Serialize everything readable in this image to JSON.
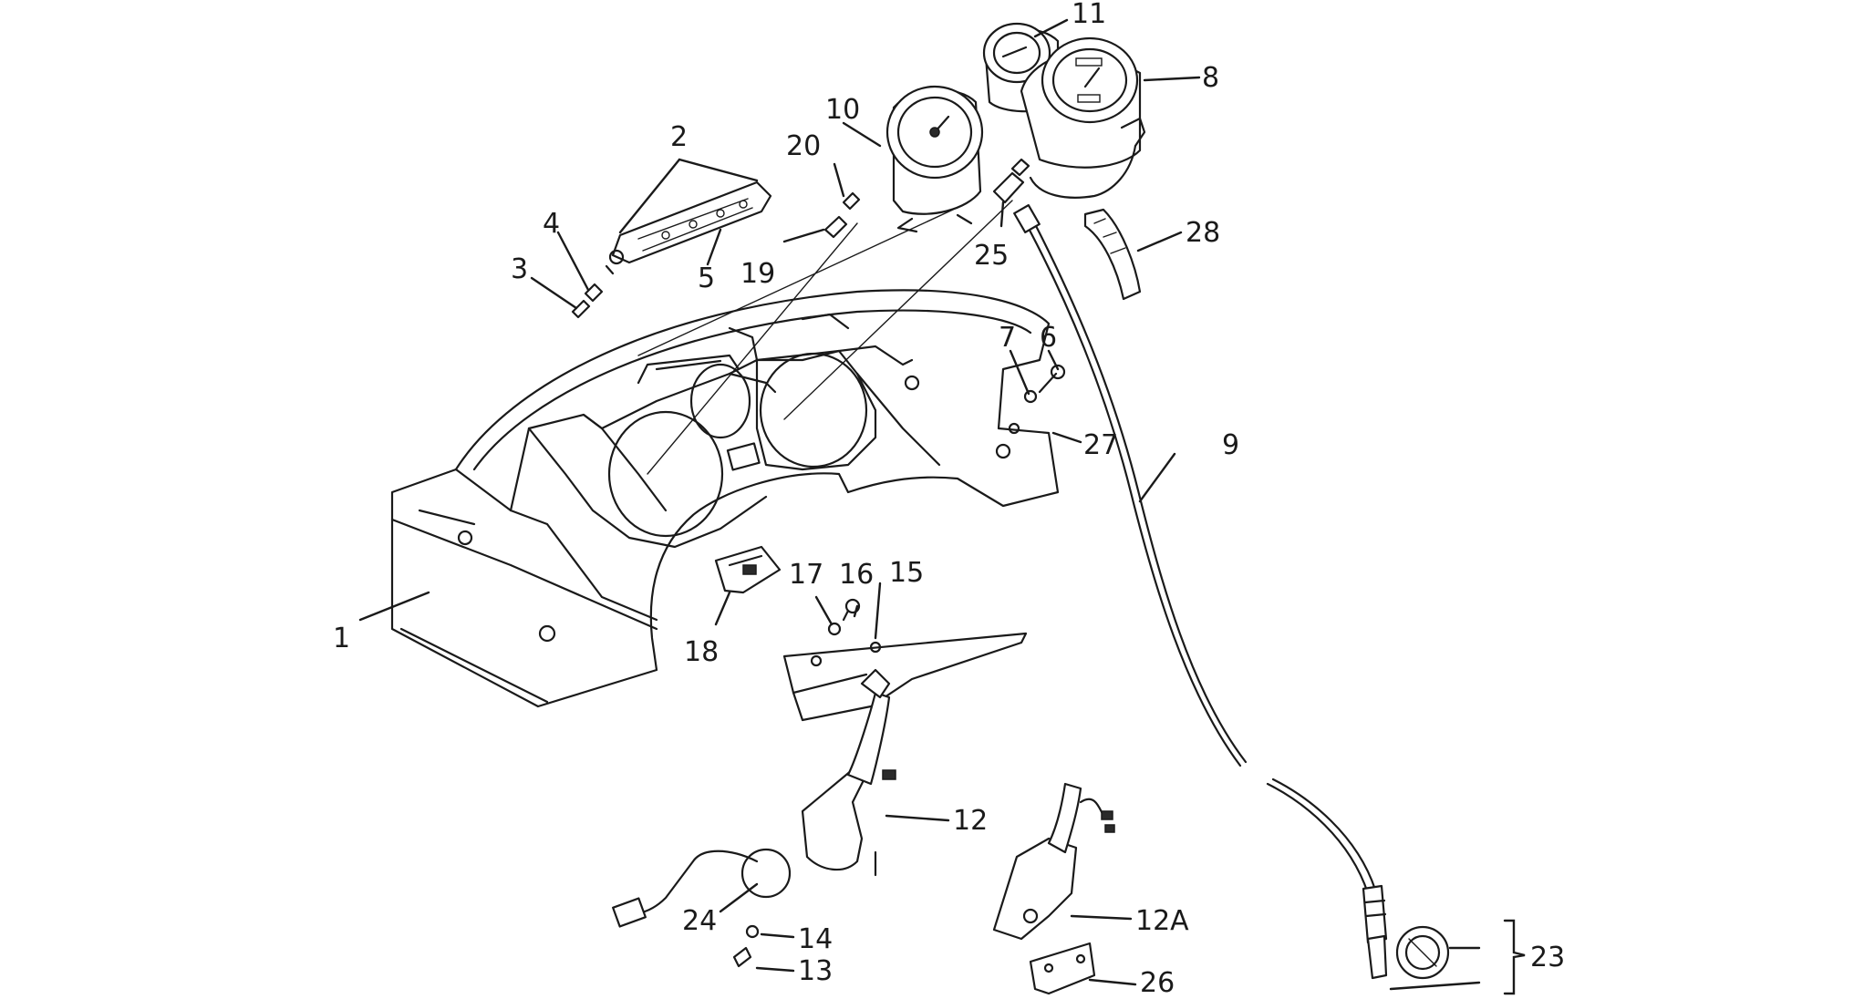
{
  "labels": {
    "p1": "1",
    "p2": "2",
    "p3": "3",
    "p4": "4",
    "p5": "5",
    "p6": "6",
    "p7": "7",
    "p8": "8",
    "p9": "9",
    "p10": "10",
    "p11": "11",
    "p12": "12",
    "p12a": "12A",
    "p13": "13",
    "p14": "14",
    "p15": "15",
    "p16": "16",
    "p17": "17",
    "p18": "18",
    "p19": "19",
    "p20": "20",
    "p23": "23",
    "p24": "24",
    "p25": "25",
    "p26": "26",
    "p27": "27",
    "p28": "28"
  }
}
